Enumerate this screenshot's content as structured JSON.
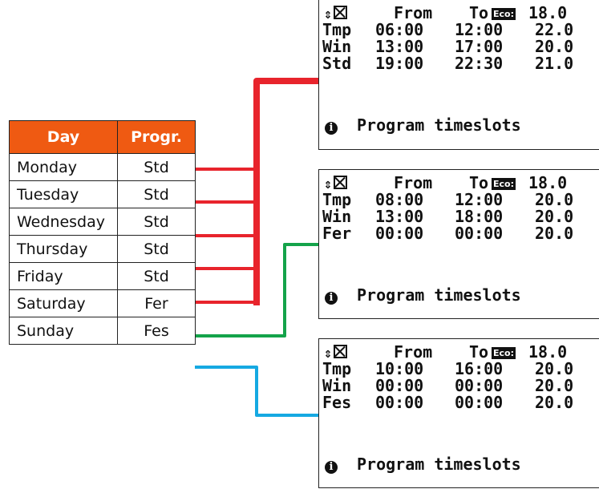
{
  "table": {
    "headers": {
      "day": "Day",
      "program": "Progr."
    },
    "rows": [
      {
        "day": "Monday",
        "program": "Std"
      },
      {
        "day": "Tuesday",
        "program": "Std"
      },
      {
        "day": "Wednesday",
        "program": "Std"
      },
      {
        "day": "Thursday",
        "program": "Std"
      },
      {
        "day": "Friday",
        "program": "Std"
      },
      {
        "day": "Saturday",
        "program": "Fer"
      },
      {
        "day": "Sunday",
        "program": "Fes"
      }
    ]
  },
  "panels": [
    {
      "header": {
        "from": "From",
        "to": "To",
        "eco": "Eco:",
        "eco_temp": "18.0"
      },
      "rows": [
        {
          "label": "Tmp",
          "from": "06:00",
          "to": "12:00",
          "temp": "22.0"
        },
        {
          "label": "Win",
          "from": "13:00",
          "to": "17:00",
          "temp": "20.0"
        },
        {
          "label": "Std",
          "from": "19:00",
          "to": "22:30",
          "temp": "21.0"
        }
      ],
      "footer": "Program timeslots",
      "connector_color": "#e8242c"
    },
    {
      "header": {
        "from": "From",
        "to": "To",
        "eco": "Eco:",
        "eco_temp": "18.0"
      },
      "rows": [
        {
          "label": "Tmp",
          "from": "08:00",
          "to": "12:00",
          "temp": "20.0"
        },
        {
          "label": "Win",
          "from": "13:00",
          "to": "18:00",
          "temp": "20.0"
        },
        {
          "label": "Fer",
          "from": "00:00",
          "to": "00:00",
          "temp": "20.0"
        }
      ],
      "footer": "Program timeslots",
      "connector_color": "#14a34a"
    },
    {
      "header": {
        "from": "From",
        "to": "To",
        "eco": "Eco:",
        "eco_temp": "18.0"
      },
      "rows": [
        {
          "label": "Tmp",
          "from": "10:00",
          "to": "16:00",
          "temp": "20.0"
        },
        {
          "label": "Win",
          "from": "00:00",
          "to": "00:00",
          "temp": "20.0"
        },
        {
          "label": "Fes",
          "from": "00:00",
          "to": "00:00",
          "temp": "20.0"
        }
      ],
      "footer": "Program timeslots",
      "connector_color": "#16a9e2"
    }
  ]
}
